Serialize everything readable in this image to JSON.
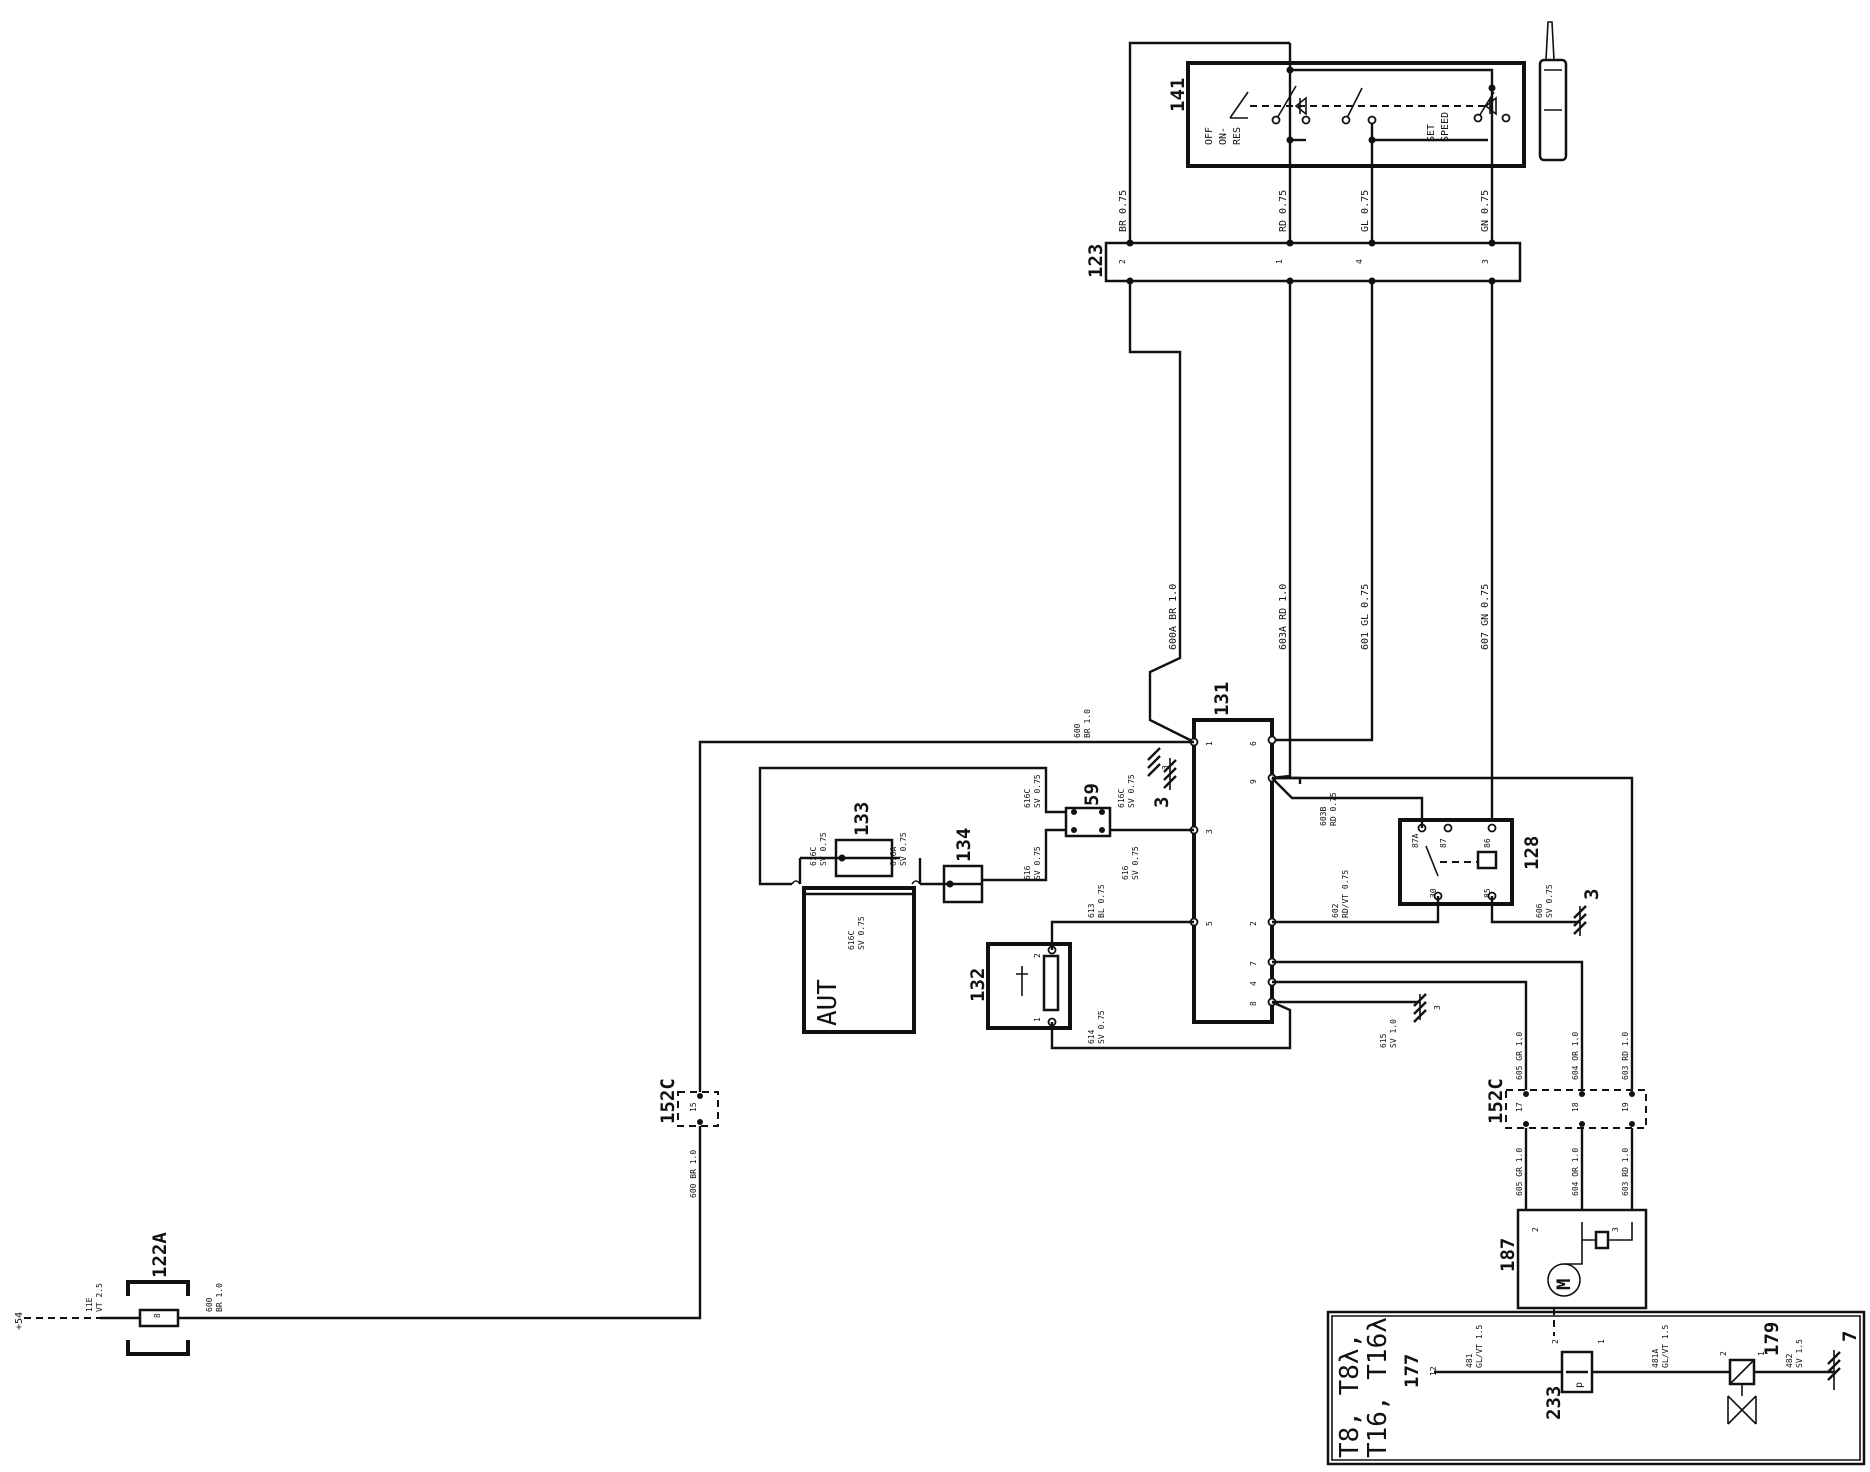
{
  "components": {
    "c141": {
      "id": "141",
      "pos_off": "OFF",
      "pos_on": "ON-",
      "pos_res": "RES",
      "pos_set": "SET",
      "pos_speed": "SPEED"
    },
    "c123": {
      "id": "123",
      "pins": [
        "2",
        "1",
        "4",
        "3"
      ]
    },
    "c131": {
      "id": "131",
      "pins": [
        "1",
        "6",
        "9",
        "3",
        "5",
        "2",
        "7",
        "4",
        "8"
      ]
    },
    "c59": {
      "id": "59"
    },
    "c133": {
      "id": "133"
    },
    "c134": {
      "id": "134"
    },
    "c132": {
      "id": "132",
      "pins": [
        "2",
        "1"
      ]
    },
    "c128": {
      "id": "128",
      "pins": [
        "87A",
        "87",
        "86",
        "30",
        "85"
      ]
    },
    "c152c_left": {
      "id": "152C",
      "pins": [
        "15"
      ]
    },
    "c152c_right": {
      "id": "152C",
      "pins": [
        "17",
        "18",
        "19"
      ]
    },
    "c187": {
      "id": "187",
      "pins": [
        "2",
        "3"
      ],
      "motor": "M"
    },
    "c122a": {
      "id": "122A",
      "fuse_pin": "8"
    },
    "c233": {
      "id": "233",
      "pins": [
        "2",
        "1"
      ],
      "symbol": "p"
    },
    "c179": {
      "id": "179",
      "pins": [
        "2",
        "1"
      ]
    },
    "c177": {
      "id": "177"
    },
    "aut": {
      "label": "AUT"
    },
    "variant": {
      "line1": "T8, T8λ,",
      "line2": "T16, T16λ"
    },
    "supply": {
      "label": "+54"
    }
  },
  "grounds": {
    "g3a": "3",
    "g3b": "3",
    "g3c": "3",
    "g7": "7"
  },
  "wires": {
    "br075": "BR 0.75",
    "rd075": "RD 0.75",
    "gl075": "GL 0.75",
    "gn075": "GN 0.75",
    "w600a": "600A BR 1.0",
    "w603a": "603A RD 1.0",
    "w601": "601 GL 0.75",
    "w607": "607 GN 0.75",
    "w600_top": "600",
    "w600_top2": "BR 1.0",
    "w616c_a": "616C",
    "w616c_a2": "SV 0.75",
    "w616c_b": "616C",
    "w616c_b2": "SV 0.75",
    "w616c_c": "616C",
    "w616c_c2": "SV 0.75",
    "w616a": "616A",
    "w616a2": "SV 0.75",
    "w616c_d": "616C",
    "w616c_d2": "SV 0.75",
    "w616_a": "616",
    "w616_a2": "SV 0.75",
    "w616_b": "616",
    "w616_b2": "SV 0.75",
    "w613": "613",
    "w613b": "BL 0.75",
    "w614": "614",
    "w614b": "SV 0.75",
    "w603b": "603B",
    "w603b2": "RD 0.75",
    "w602": "602",
    "w602b": "RD/VT 0.75",
    "w606": "606",
    "w606b": "SV 0.75",
    "w615": "615",
    "w615b": "SV 1.0",
    "w605": "605 GR 1.0",
    "w604": "604 OR 1.0",
    "w603": "603 RD 1.0",
    "w605_l": "605 GR 1.0",
    "w604_l": "604 OR 1.0",
    "w603_l": "603 RD 1.0",
    "w600_v": "600 BR 1.0",
    "w11e": "11E",
    "w11e2": "VT 2.5",
    "w600_h": "600",
    "w600_h2": "BR 1.0",
    "w481": "481",
    "w481b": "GL/VT 1.5",
    "w481a": "481A",
    "w481a2": "GL/VT 1.5",
    "w482": "482",
    "w482b": "SV 1.5",
    "w12": "12"
  }
}
